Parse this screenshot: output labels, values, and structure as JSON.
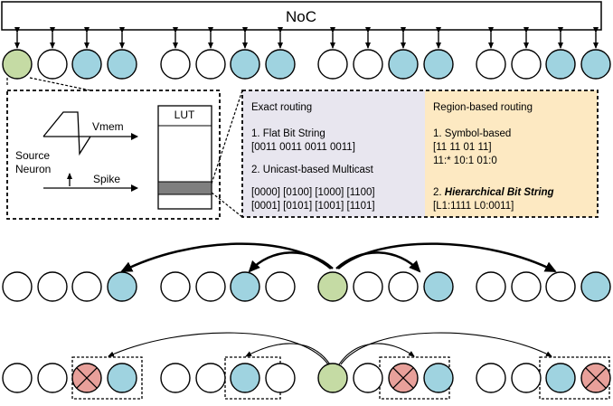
{
  "noc": {
    "label": "NoC"
  },
  "colors": {
    "source": "#c5dba4",
    "target": "#9fd3e0",
    "blocked": "#e8a09a",
    "exact_bg": "#e8e6ef",
    "region_bg": "#fde9c2",
    "lut_entry": "#7f7f7f"
  },
  "detail": {
    "vmem": "Vmem",
    "spike": "Spike",
    "source_line1": "Source",
    "source_line2": "Neuron",
    "lut": "LUT"
  },
  "exact": {
    "heading": "Exact routing",
    "item1_title": "1. Flat Bit String",
    "item1_line1": "[0011 0011 0011 0011]",
    "item2_title": "2. Unicast-based Multicast",
    "item2_line1": "[0000] [0100] [1000] [1100]",
    "item2_line2": "[0001] [0101] [1001] [1101]"
  },
  "region": {
    "heading": "Region-based routing",
    "item1_title": "1. Symbol-based",
    "item1_line1": "[11 11 01 11]",
    "item1_line2": "11:* 10:1 01:0",
    "item2_prefix": "2. ",
    "item2_emph": "Hierarchical Bit String",
    "item2_line1": "[L1:1111 L0:0011]"
  },
  "rows": {
    "top": [
      "source",
      "empty",
      "target",
      "target",
      "empty",
      "empty",
      "target",
      "target",
      "empty",
      "empty",
      "target",
      "target",
      "empty",
      "empty",
      "target",
      "target"
    ],
    "middle": [
      "empty",
      "empty",
      "empty",
      "target",
      "empty",
      "empty",
      "target",
      "empty",
      "source",
      "empty",
      "empty",
      "target",
      "empty",
      "empty",
      "empty",
      "target"
    ],
    "bottom": [
      "empty",
      "empty",
      "blocked",
      "target",
      "empty",
      "empty",
      "target",
      "empty",
      "source",
      "empty",
      "blocked",
      "target",
      "empty",
      "empty",
      "target",
      "blocked"
    ]
  }
}
